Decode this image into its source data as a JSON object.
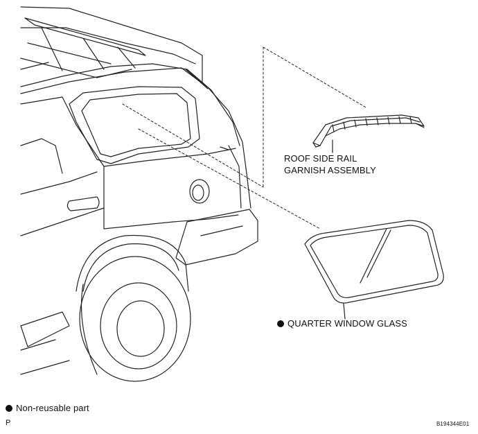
{
  "callouts": {
    "roof_side_rail_line1": "ROOF SIDE RAIL",
    "roof_side_rail_line2": "GARNISH ASSEMBLY",
    "quarter_window_glass": "QUARTER WINDOW GLASS"
  },
  "legend": {
    "non_reusable": "Non-reusable part"
  },
  "footer": {
    "page_mark": "P",
    "figure_code": "B194344E01"
  },
  "colors": {
    "line": "#222222",
    "background": "#ffffff"
  }
}
